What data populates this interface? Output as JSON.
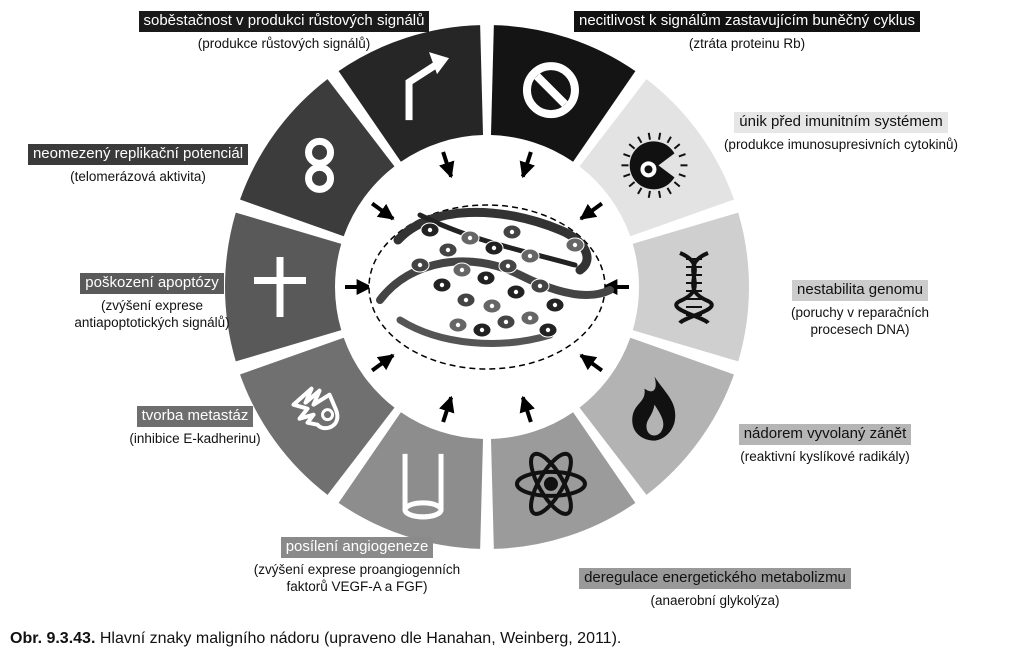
{
  "hallmarks": [
    {
      "title": "soběstačnost v produkci růstových signálů",
      "subtitle": "(produkce růstových signálů)",
      "icon": "bent-arrow-icon",
      "color": "#262626",
      "title_bg": "#1a1a1a",
      "title_fg": "#ffffff"
    },
    {
      "title": "necitlivost k signálům zastavujícím buněčný cyklus",
      "subtitle": "(ztráta proteinu Rb)",
      "icon": "no-entry-icon",
      "color": "#141414",
      "title_bg": "#111111",
      "title_fg": "#ffffff"
    },
    {
      "title": "únik před imunitním systémem",
      "subtitle": "(produkce imunosupresivních cytokinů)",
      "icon": "pacman-cell-icon",
      "color": "#e3e3e3",
      "title_bg": "#e6e6e6",
      "title_fg": "#111111"
    },
    {
      "title": "nestabilita genomu",
      "subtitle": "(poruchy v reparačních procesech DNA)",
      "icon": "dna-icon",
      "color": "#cfcfcf",
      "title_bg": "#cccccc",
      "title_fg": "#111111"
    },
    {
      "title": "nádorem vyvolaný zánět",
      "subtitle": "(reaktivní kyslíkové radikály)",
      "icon": "flame-icon",
      "color": "#b3b3b3",
      "title_bg": "#b5b5b5",
      "title_fg": "#111111"
    },
    {
      "title": "deregulace energetického metabolizmu",
      "subtitle": "(anaerobní glykolýza)",
      "icon": "atom-icon",
      "color": "#9b9b9b",
      "title_bg": "#999999",
      "title_fg": "#111111"
    },
    {
      "title": "posílení angiogeneze",
      "subtitle": "(zvýšení exprese proangiogenních faktorů VEGF-A a FGF)",
      "icon": "vessel-tube-icon",
      "color": "#8d8d8d",
      "title_bg": "#8a8a8a",
      "title_fg": "#ffffff"
    },
    {
      "title": "tvorba metastáz",
      "subtitle": "(inhibice E-kadherinu)",
      "icon": "comet-cell-icon",
      "color": "#707070",
      "title_bg": "#6e6e6e",
      "title_fg": "#ffffff"
    },
    {
      "title": "poškození apoptózy",
      "subtitle": "(zvýšení exprese antiapoptotických signálů)",
      "icon": "cross-icon",
      "color": "#595959",
      "title_bg": "#5a5a5a",
      "title_fg": "#ffffff"
    },
    {
      "title": "neomezený replikační potenciál",
      "subtitle": "(telomerázová aktivita)",
      "icon": "infinity-icon",
      "color": "#3c3c3c",
      "title_bg": "#3a3a3a",
      "title_fg": "#ffffff"
    }
  ],
  "center_icon": "tumor-tissue-icon",
  "caption": {
    "label": "Obr. 9.3.43.",
    "text": " Hlavní znaky maligního nádoru (upraveno dle Hanahan, Weinberg, 2011)."
  }
}
